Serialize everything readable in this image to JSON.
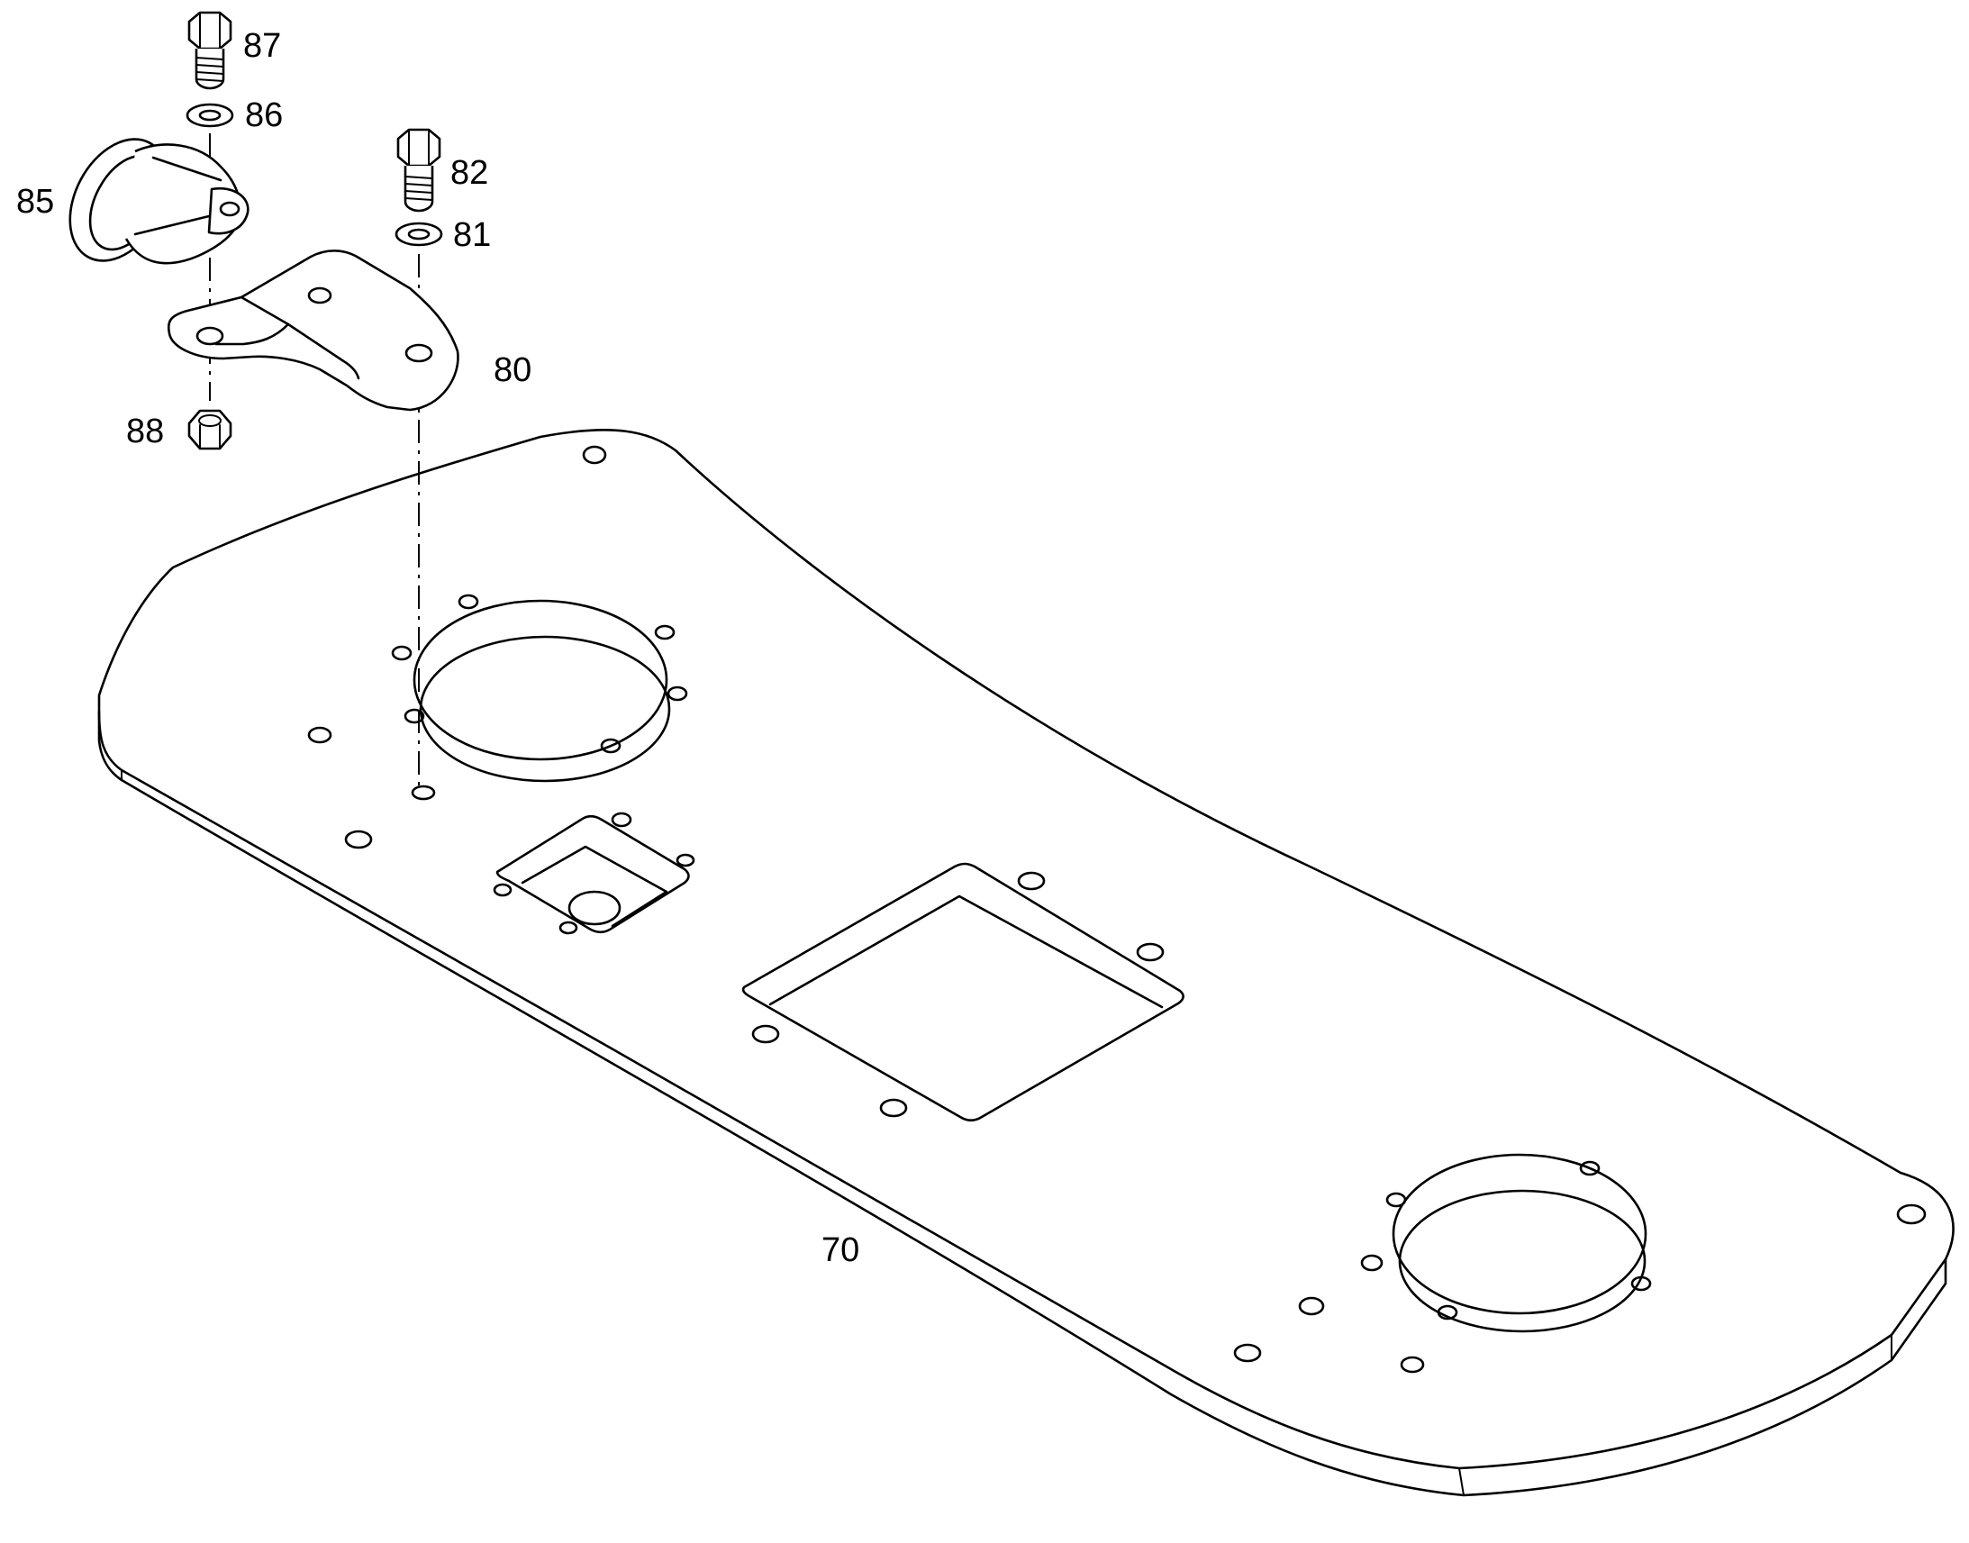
{
  "callouts": {
    "c87": "87",
    "c86": "86",
    "c85": "85",
    "c82": "82",
    "c81": "81",
    "c80": "80",
    "c88": "88",
    "c70": "70"
  }
}
